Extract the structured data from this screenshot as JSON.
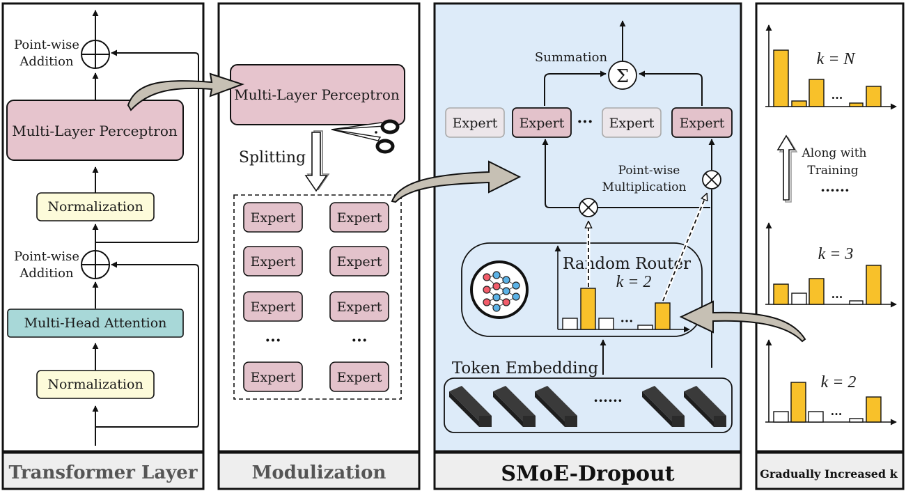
{
  "panels": {
    "transformer": {
      "caption": "Transformer Layer",
      "addition_top": [
        "Point-wise",
        "Addition"
      ],
      "addition_bottom": [
        "Point-wise",
        "Addition"
      ],
      "mlp": "Multi-Layer Perceptron",
      "norm_top": "Normalization",
      "attention": "Multi-Head Attention",
      "norm_bottom": "Normalization"
    },
    "modulization": {
      "caption": "Modulization",
      "mlp": "Multi-Layer Perceptron",
      "splitting": "Splitting",
      "expert": "Expert",
      "ellipsis": "···"
    },
    "smoe": {
      "caption": "SMoE-Dropout",
      "summation": "Summation",
      "sigma": "Σ",
      "expert": "Expert",
      "ellipsis": "···",
      "multiplication": [
        "Point-wise",
        "Multiplication"
      ],
      "router": "Random Router",
      "router_k": "k = 2",
      "embedding": "Token Embedding",
      "embed_ellipsis": "······"
    },
    "gradual": {
      "caption": "Gradually Increased k",
      "k_top": "k = N",
      "training": [
        "Along with",
        "Training"
      ],
      "dots": "······",
      "k_mid": "k = 3",
      "k_bottom": "k = 2",
      "ellipsis": "···"
    }
  },
  "colors": {
    "mlp_pink": "#e6c4cd",
    "expert_pink": "#e3c2cb",
    "expert_grey": "#ece6ea",
    "norm_yellow": "#fdfbda",
    "attention_teal": "#a8d8d8",
    "smoe_bg": "#ddebf9",
    "bar_gold": "#f8c12a",
    "caption_bg": "#eeeeee",
    "curved_arrow": "#c6c0b4"
  }
}
